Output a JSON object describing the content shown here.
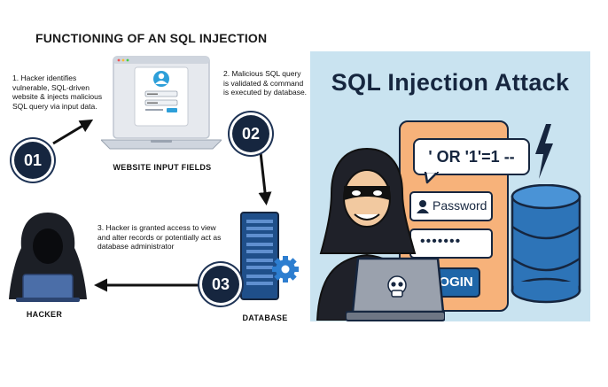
{
  "left_diagram": {
    "title": "FUNCTIONING OF AN SQL INJECTION",
    "steps": [
      {
        "number": "01",
        "note": "1. Hacker identifies vulnerable, SQL-driven website & injects malicious SQL query via input data."
      },
      {
        "number": "02",
        "note": "2. Malicious SQL query is validated & command is executed by database."
      },
      {
        "number": "03",
        "note": "3. Hacker is granted access to view and alter records or potentially act as database administrator"
      }
    ],
    "labels": {
      "website": "WEBSITE INPUT FIELDS",
      "database": "DATABASE",
      "hacker": "HACKER"
    }
  },
  "right_illustration": {
    "title": "SQL Injection Attack",
    "injection_text": "' OR '1'=1 --",
    "password_placeholder": "Password",
    "password_mask": "•••••••",
    "login_label": "LOGIN"
  },
  "colors": {
    "navy": "#16263f",
    "accent_blue": "#1f66a8",
    "panel_bg": "#c9e3f0",
    "form_orange": "#f7b27a"
  }
}
